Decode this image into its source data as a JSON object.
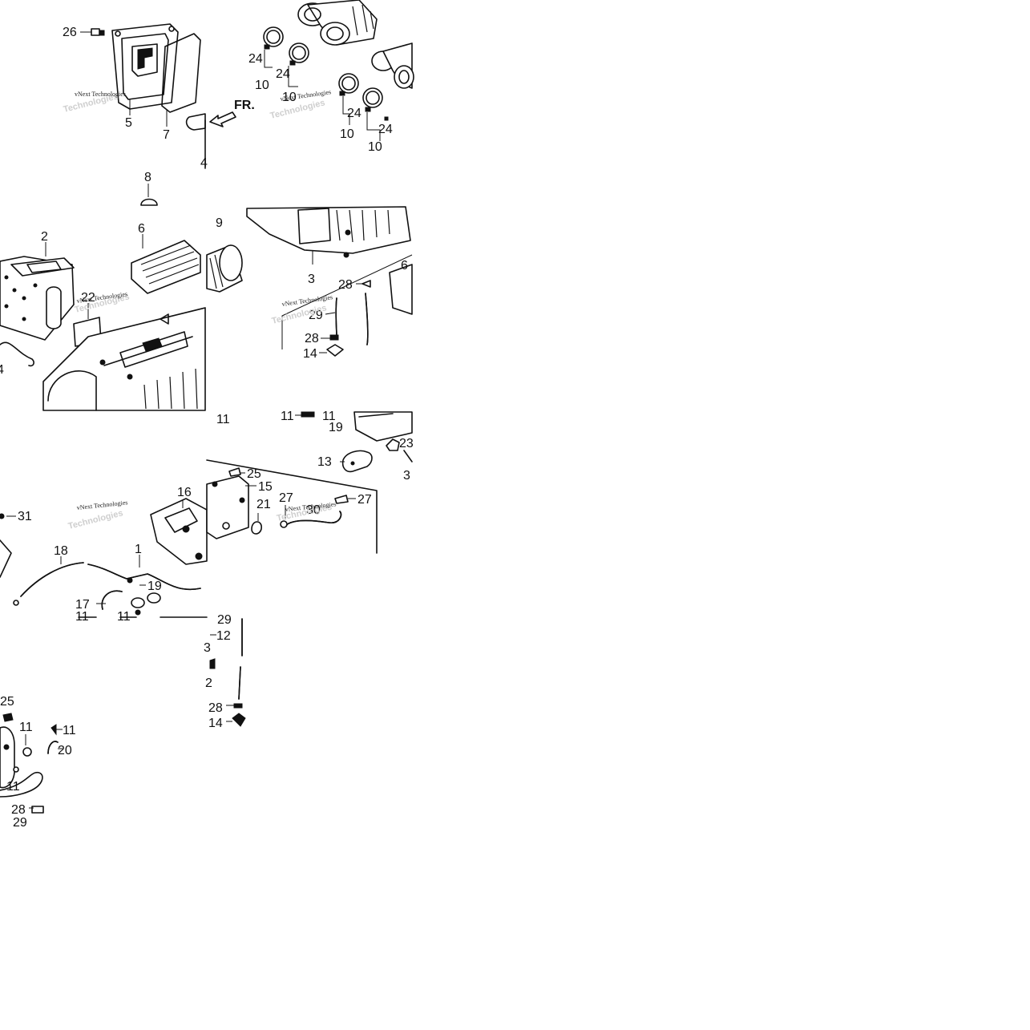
{
  "watermark": {
    "text": "vNext Technologies"
  },
  "direction_arrow": {
    "text": "FR."
  },
  "tiles": {
    "tile1": {
      "labels": {
        "part_26": "26",
        "part_5": "5",
        "part_7": "7",
        "part_4_partial": "4",
        "part_8": "8"
      }
    },
    "tile2": {
      "labels": {
        "part_24_a": "24",
        "part_10_a": "10",
        "part_24_b": "24",
        "part_10_b": "10",
        "part_24_c": "24",
        "part_10_c": "10",
        "part_24_d": "24",
        "part_10_d": "10"
      }
    },
    "tile3": {
      "labels": {
        "part_2": "2",
        "part_6": "6",
        "part_22": "22",
        "part_4_partial": "4"
      }
    },
    "tile4": {
      "labels": {
        "part_9": "9",
        "part_3": "3",
        "part_28_a": "28",
        "part_29": "29",
        "part_28_b": "28",
        "part_14": "14",
        "part_6_partial": "6"
      }
    },
    "tile5": {
      "labels": {
        "part_31": "31",
        "part_16": "16",
        "part_18": "18",
        "part_1": "1",
        "part_19": "19",
        "part_17": "17",
        "part_11_partial_a": "11",
        "part_11_partial_b": "11"
      }
    },
    "tile6": {
      "labels": {
        "part_11_top": "11",
        "part_11_left": "11",
        "part_11_right": "11",
        "part_19": "19",
        "part_23": "23",
        "part_13": "13",
        "part_33_partial": "3",
        "part_25": "25",
        "part_15": "15",
        "part_21": "21",
        "part_27_a": "27",
        "part_30": "30",
        "part_27_b": "27"
      }
    },
    "tile7": {
      "labels": {
        "part_25": "25",
        "part_11_a": "11",
        "part_11_b": "11",
        "part_20": "20",
        "part_11_c": "11",
        "part_28": "28",
        "part_29_partial": "29"
      }
    },
    "tile8": {
      "labels": {
        "part_29_partial": "29",
        "part_12": "12",
        "part_3_partial": "3",
        "part_2_partial": "2",
        "part_28": "28",
        "part_14": "14"
      }
    }
  }
}
